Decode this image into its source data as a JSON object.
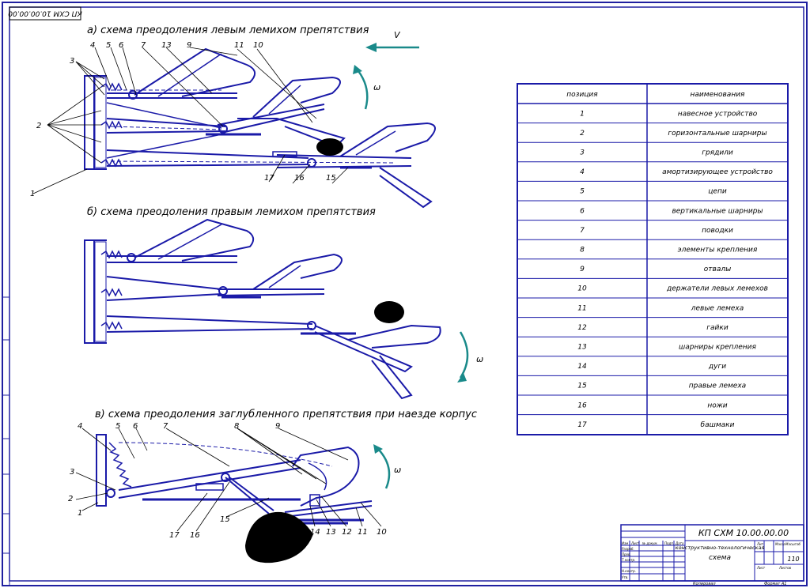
{
  "sheet": {
    "stamp_top": "КП СХМ 10.00.00.00"
  },
  "diagram": {
    "section_a": "а) схема преодоления левым лемихом препятствия",
    "section_b": "б) схема преодоления правым лемихом препятствия",
    "section_c": "в) схема преодоления заглубленного препятствия при наезде корпус",
    "velocity_label": "V",
    "omega_label": "ω",
    "callouts_a": [
      "1",
      "2",
      "3",
      "4",
      "5",
      "6",
      "7",
      "13",
      "9",
      "11",
      "10",
      "17",
      "16",
      "15"
    ],
    "callouts_c": [
      "4",
      "5",
      "6",
      "7",
      "8",
      "9",
      "3",
      "2",
      "1",
      "17",
      "16",
      "15",
      "14",
      "13",
      "12",
      "11",
      "10"
    ]
  },
  "parts_table": {
    "headers": [
      "позиция",
      "наименования"
    ],
    "rows": [
      {
        "pos": "1",
        "name": "навесное устройство"
      },
      {
        "pos": "2",
        "name": "горизонтальные шарниры"
      },
      {
        "pos": "3",
        "name": "грядили"
      },
      {
        "pos": "4",
        "name": "амортизирующее  устройство"
      },
      {
        "pos": "5",
        "name": "цепи"
      },
      {
        "pos": "6",
        "name": "вертикальные шарниры"
      },
      {
        "pos": "7",
        "name": "поводки"
      },
      {
        "pos": "8",
        "name": "элементы крепления"
      },
      {
        "pos": "9",
        "name": "отвалы"
      },
      {
        "pos": "10",
        "name": "держатели левых лемехов"
      },
      {
        "pos": "11",
        "name": "левые лемеха"
      },
      {
        "pos": "12",
        "name": "гайки"
      },
      {
        "pos": "13",
        "name": "шарниры крепления"
      },
      {
        "pos": "14",
        "name": "дуги"
      },
      {
        "pos": "15",
        "name": "правые лемеха"
      },
      {
        "pos": "16",
        "name": "ножи"
      },
      {
        "pos": "17",
        "name": "башмаки"
      }
    ]
  },
  "title_block": {
    "designation": "КП СХМ 10.00.00.00",
    "name_line1": "конструктивно-технологическая",
    "name_line2": "схема",
    "sheet_count": "110",
    "col_headers": [
      "Изм",
      "Лист",
      "№ докум.",
      "Подп.",
      "Дата"
    ],
    "row_labels": [
      "Разраб.",
      "Пров.",
      "Т.контр.",
      "Н.контр.",
      "Утв."
    ],
    "lit_label": "Лит.",
    "mass_label": "Масса",
    "scale_label": "Масштаб",
    "sheet_label": "Лист",
    "sheets_label": "Листов"
  },
  "footer": {
    "copied": "Копировал",
    "format": "Формат  А1"
  },
  "colors": {
    "drawing_blue": "#1a1aa8",
    "arrow_teal": "#1a8a8a",
    "frame": "#2020a0"
  }
}
